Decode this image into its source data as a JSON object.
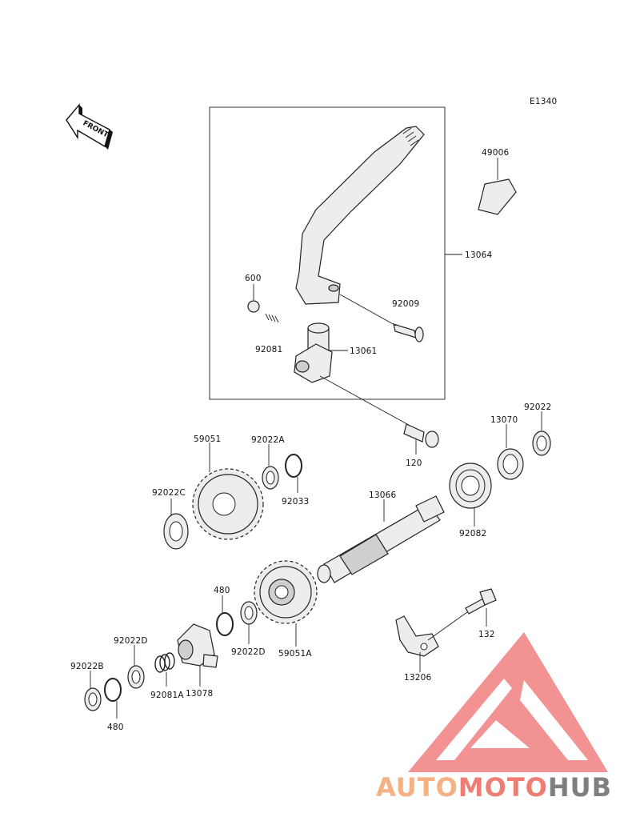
{
  "diagram_code": "E1340",
  "front_label": "FRONT",
  "parts": {
    "p49006": "49006",
    "p13064": "13064",
    "p600": "600",
    "p92009": "92009",
    "p92081": "92081",
    "p13061": "13061",
    "p120": "120",
    "p92022": "92022",
    "p13070": "13070",
    "p59051": "59051",
    "p92022A": "92022A",
    "p92022C": "92022C",
    "p92033": "92033",
    "p13066": "13066",
    "p92082": "92082",
    "p480_top": "480",
    "p92022D_a": "92022D",
    "p59051A": "59051A",
    "p132": "132",
    "p92022D_b": "92022D",
    "p92022B": "92022B",
    "p13078": "13078",
    "p92081A": "92081A",
    "p480_bottom": "480",
    "p13206": "13206"
  },
  "watermark": {
    "part1": "AUTO",
    "part2": "MOTO",
    "part3": "HUB",
    "color1": "#f4b183",
    "color2": "#ee7d74",
    "color3": "#7f7f7f"
  }
}
